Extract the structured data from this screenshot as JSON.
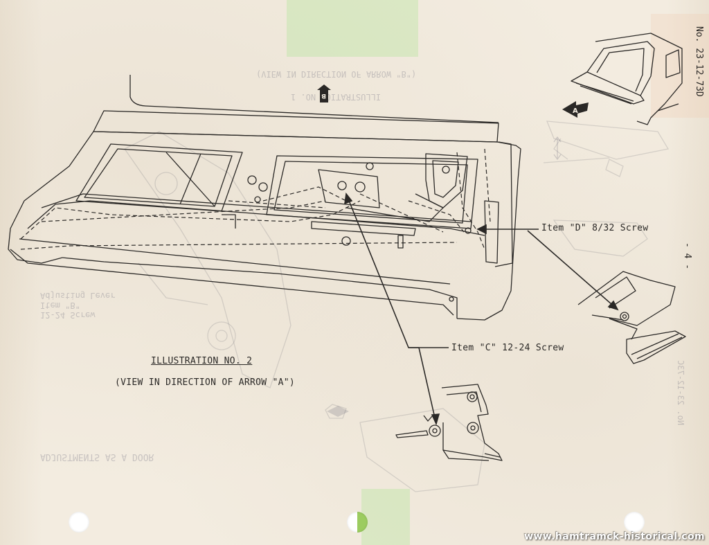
{
  "document": {
    "number": "No. 23-12-73D",
    "page": "- 4 -"
  },
  "illustration": {
    "title": "ILLUSTRATION NO. 2",
    "subtitle": "(VIEW IN DIRECTION OF ARROW \"A\")",
    "arrow_letter": "A"
  },
  "callouts": {
    "item_d": "Item \"D\"   8/32 Screw",
    "item_c": "Item \"C\" 12-24 Screw"
  },
  "show_through": {
    "line1": "(VIEW IN DIRECTION OF ARROW \"B\")",
    "line2": "ILLUSTRATION NO. 1",
    "line3a": "12-24 Screw",
    "line3b": "Item \"B\"",
    "line3c": "Adjusting Lever",
    "line4": "ADJUSTMENTS AS A DOOR",
    "line5": "No. 23-12-73C",
    "arrow_letter": "B"
  },
  "watermark": "www.hamtramck-historical.com",
  "colors": {
    "paper": "#f3ece0",
    "ink": "#2a2826",
    "tape": "#b0e496"
  }
}
